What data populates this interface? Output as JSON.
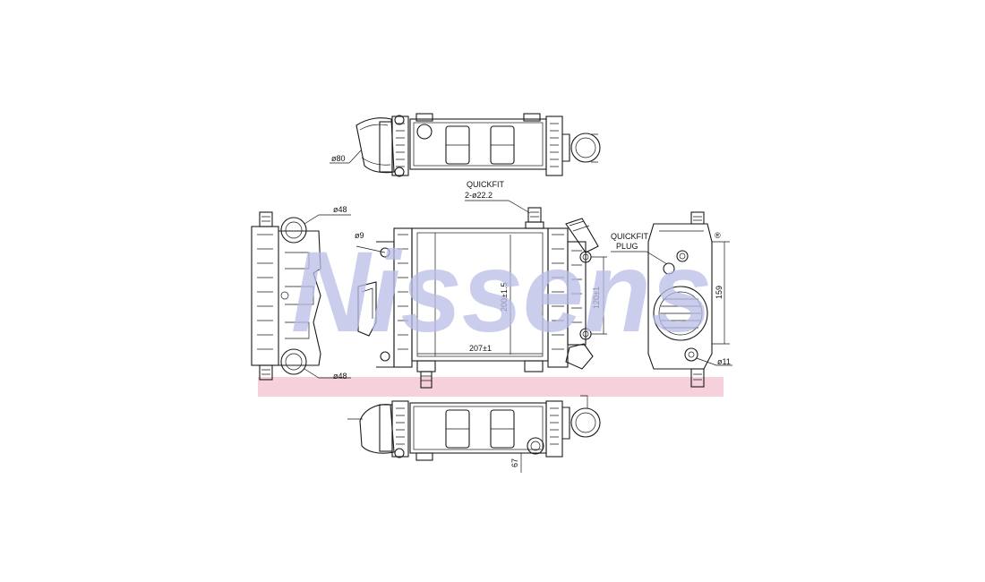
{
  "watermark": {
    "brand": "Nissens",
    "trademark": "®",
    "color": "#b9bde6",
    "band_color": "#f6d0da"
  },
  "annotations": {
    "top_inlet_diameter": "ø80",
    "left_top_port": "ø48",
    "left_bottom_port": "ø48",
    "bracket_hole": "ø9",
    "quickfit_title": "QUICKFIT",
    "quickfit_spec": "2-ø22.2",
    "core_height": "200±1.5",
    "core_width": "207±1",
    "port_spacing": "120±1",
    "plug_title": "QUICKFIT",
    "plug_subtitle": "PLUG",
    "side_height": "159",
    "side_hole": "ø11",
    "bottom_depth": "67"
  }
}
